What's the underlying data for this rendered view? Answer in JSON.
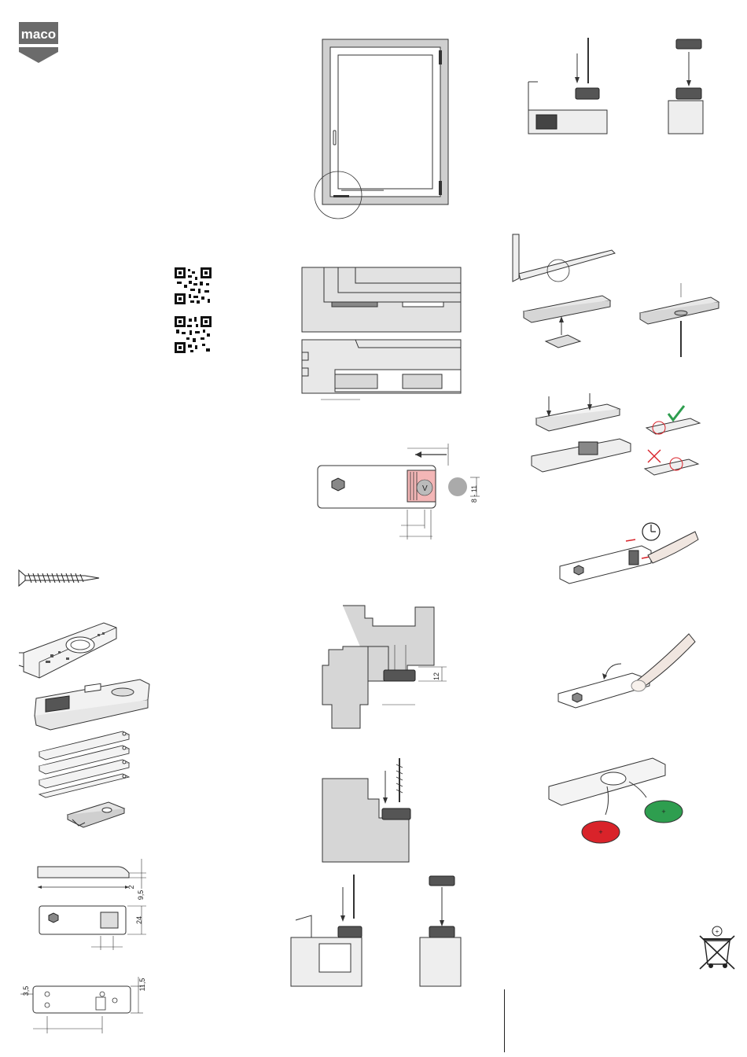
{
  "brand": {
    "logo_text": "maco",
    "colors": {
      "logo": "#6b6b6b",
      "pink": "#f3b6b6",
      "green": "#2e9e4f",
      "red": "#d9232a",
      "frame_gray": "#c8c8c8"
    }
  },
  "dimensions": {
    "cover_height": "2",
    "cover_length": "9,5",
    "cover_width": "24",
    "plate_width": "11,5",
    "plate_offset": "3,5",
    "profile_depth": "12",
    "range_label": "8 - 11",
    "v_mark": "V"
  },
  "icons": [
    "qr-code-icon",
    "screw-icon",
    "check-icon",
    "cross-icon",
    "clock-icon",
    "weee-bin-icon"
  ]
}
